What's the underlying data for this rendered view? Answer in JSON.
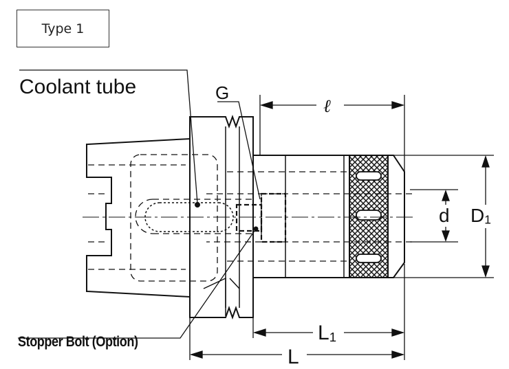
{
  "type_box": {
    "label": "Type 1"
  },
  "labels": {
    "coolant_tube": "Coolant tube",
    "stopper_bolt": "Stopper Bolt (Option)",
    "G": "G",
    "ell": "ℓ",
    "d": "d",
    "D1_main": "D",
    "D1_sub": "1",
    "L1_main": "L",
    "L1_sub": "1",
    "L": "L"
  },
  "colors": {
    "line": "#111111",
    "fill": "#ffffff",
    "knurl_fill": "#f2f2f2"
  }
}
